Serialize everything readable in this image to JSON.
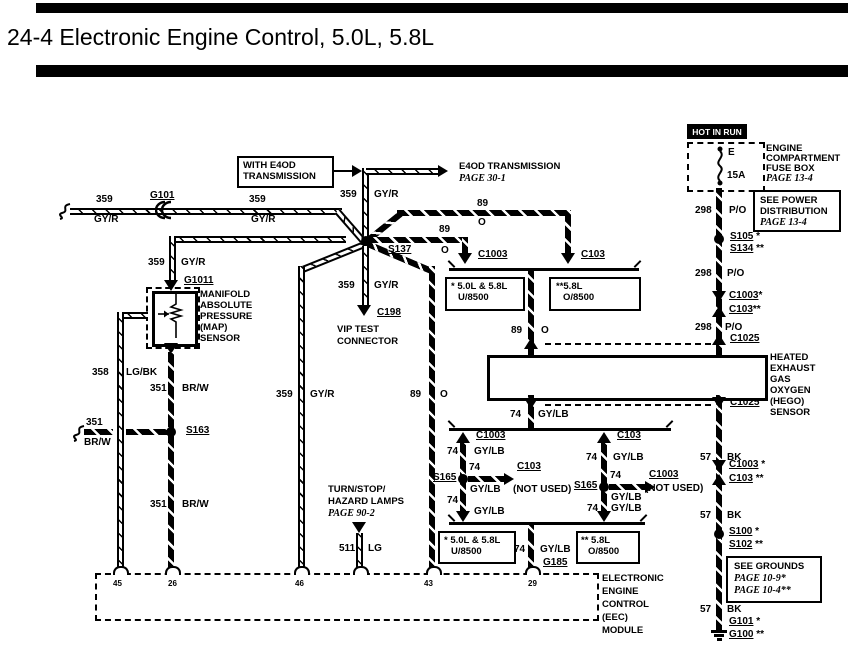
{
  "t": {
    "title": "24-4 Electronic Engine Control, 5.0L, 5.8L",
    "hot_in_run": "HOT IN RUN",
    "fuse_e": "E",
    "fuse_a": "15A",
    "fusebox": [
      "ENGINE",
      "COMPARTMENT",
      "FUSE BOX",
      "PAGE 13-4"
    ],
    "see_power": [
      "SEE POWER",
      "DISTRIBUTION",
      "PAGE 13-4"
    ],
    "see_grounds": [
      "SEE GROUNDS",
      "PAGE 10-9*",
      "PAGE 10-4**"
    ],
    "with_e4od": [
      "WITH E4OD",
      "TRANSMISSION"
    ],
    "e4od": [
      "E4OD TRANSMISSION",
      "PAGE 30-1"
    ],
    "map": [
      "MANIFOLD",
      "ABSOLUTE",
      "PRESSURE",
      "(MAP)",
      "SENSOR"
    ],
    "vip": [
      "VIP TEST",
      "CONNECTOR"
    ],
    "hego": [
      "HEATED",
      "EXHAUST",
      "GAS",
      "OXYGEN",
      "(HEGO)",
      "SENSOR"
    ],
    "turn": [
      "TURN/STOP/",
      "HAZARD LAMPS",
      "PAGE 90-2"
    ],
    "eec": [
      "ELECTRONIC",
      "ENGINE",
      "CONTROL",
      "(EEC)",
      "MODULE"
    ],
    "eng_u": [
      "* 5.0L & 5.8L",
      "U/8500"
    ],
    "eng_o": [
      "**5.8L",
      "O/8500"
    ],
    "eng_o2": [
      "** 5.8L",
      "O/8500"
    ],
    "not_used": "(NOT USED)",
    "pins": [
      "45",
      "26",
      "46",
      "43",
      "29"
    ],
    "w359": "359",
    "gyr": "GY/R",
    "w351": "351",
    "brw": "BR/W",
    "w358": "358",
    "lgbk": "LG/BK",
    "w89": "89",
    "o": "O",
    "w74": "74",
    "gylb": "GY/LB",
    "w298": "298",
    "po": "P/O",
    "w57": "57",
    "bk": "BK",
    "w511": "511",
    "lgc": "LG",
    "g101": "G101",
    "g1011": "G1011",
    "c198": "C198",
    "g185": "G185",
    "s137": "S137",
    "s163": "S163",
    "s165": "S165",
    "c1003": "C1003",
    "c103": "C103",
    "c1025": "C1025",
    "s105": "S105",
    "s134": "S134",
    "s100": "S100",
    "s102": "S102",
    "g101g": "G101",
    "g100": "G100",
    "star": "*",
    "dstar": "**",
    "colors": {
      "ink": "#000000",
      "paper": "#ffffff"
    }
  }
}
